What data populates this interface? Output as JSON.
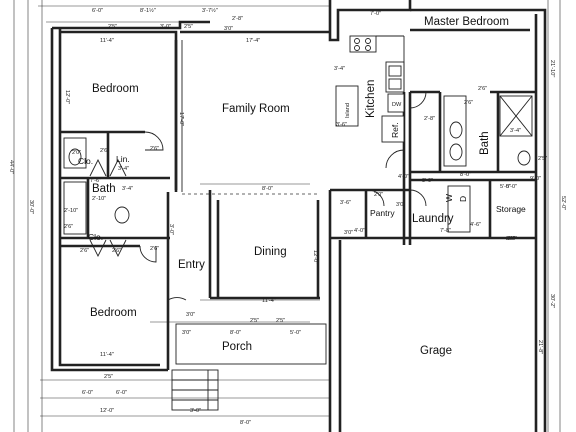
{
  "rooms": {
    "master_bedroom": "Master Bedroom",
    "bedroom_top": "Bedroom",
    "family_room": "Family Room",
    "kitchen": "Kitchen",
    "island": "Island",
    "dw": "DW",
    "refrigerator": "Ref.",
    "bath_right": "Bath",
    "closet_1": "Clo.",
    "linen": "Lin.",
    "bath_left": "Bath",
    "closet_2": "Clo.",
    "pantry": "Pantry",
    "laundry": "Laundry",
    "washer": "W",
    "dryer": "D",
    "storage": "Storage",
    "entry": "Entry",
    "dining": "Dining",
    "bedroom_bottom": "Bedroom",
    "porch": "Porch",
    "garage": "Grage"
  },
  "dimensions": {
    "top_6_0": "6'-0\"",
    "top_8_1": "8'-1½\"",
    "top_3_7": "3'-7½\"",
    "top_2_5_a": "2'5\"",
    "top_3_0": "3'-0\"",
    "top_2_5_b": "2'5\"",
    "top_2_8": "2'-8\"",
    "top_3_0_b": "3'0\"",
    "top_7_0": "7'-0\"",
    "bed_11_4": "11'-4\"",
    "fr_17_4": "17'-4\"",
    "fr_17_0": "17'-0\"",
    "bed_12_0": "12'-0\"",
    "left_44": "44'-0\"",
    "left_30": "30'-0\"",
    "right_21_10": "21'-10\"",
    "right_52": "52'-0\"",
    "right_30_2": "30'-2\"",
    "right_21_8": "21'-8\"",
    "k_3_4": "3'-4\"",
    "k_3_6": "3'-6\"",
    "k_2_8": "2'-8\"",
    "k_3_0": "3'-0\"",
    "bath_2_6_a": "2'6\"",
    "bath_2_0": "2'0\"",
    "bath_3_4": "3'-4\"",
    "bath_2_6_b": "2'6\"",
    "bath_2_6_c": "2'6\"",
    "bath_7_6": "7'-6\"",
    "bath_2_10": "2'-10\"",
    "bath_2_10_b": "2'-10\"",
    "bath_2_6_d": "2'6\"",
    "bath_2_6_e": "2'6\"",
    "bath_3_4_b": "3'-4\"",
    "mb_2_6": "2'6\"",
    "mb_3_4": "3'-4\"",
    "mb_2_6_b": "2'6\"",
    "mb_8_0": "8'-0\"",
    "mb_5_0": "5'-0\"",
    "mb_2_6_c": "2'6\"",
    "mb_4_6": "4'-6\"",
    "mb_9_0": "9'-0\"",
    "mb_2_5": "2'5\"",
    "d_8_0": "8'-0\"",
    "d_12_0": "12'-0\"",
    "d_11_4": "11'-4\"",
    "p_3_0": "3'0\"",
    "p_2_5_a": "2'5\"",
    "p_2_5_b": "2'5\"",
    "p_8_0": "8'-0\"",
    "p_5_0": "5'-0\"",
    "p_3_0_b": "3'0\"",
    "lau_7_8": "7'-8\"",
    "lau_5_0": "5'-0\"",
    "lau_2_6": "2'6\"",
    "lau_3_0": "3'0\"",
    "lau_4_0": "4'-0\"",
    "lau_4_0_b": "4'-0\"",
    "pan_3_6": "3'-6\"",
    "pan_2_0": "2'0\"",
    "pan_3_0": "3'0\"",
    "entry_3_0": "3'-0\"",
    "bot_11_4": "11'-4\"",
    "bot_2_5": "2'5\"",
    "bot_6_0": "6'-0\"",
    "bot_6_0_b": "6'-0\"",
    "bot_12_0": "12'-0\"",
    "bot_3_0": "3'-0\"",
    "bot_8_0": "8'-0\"",
    "bot_2_6": "2'6\""
  }
}
